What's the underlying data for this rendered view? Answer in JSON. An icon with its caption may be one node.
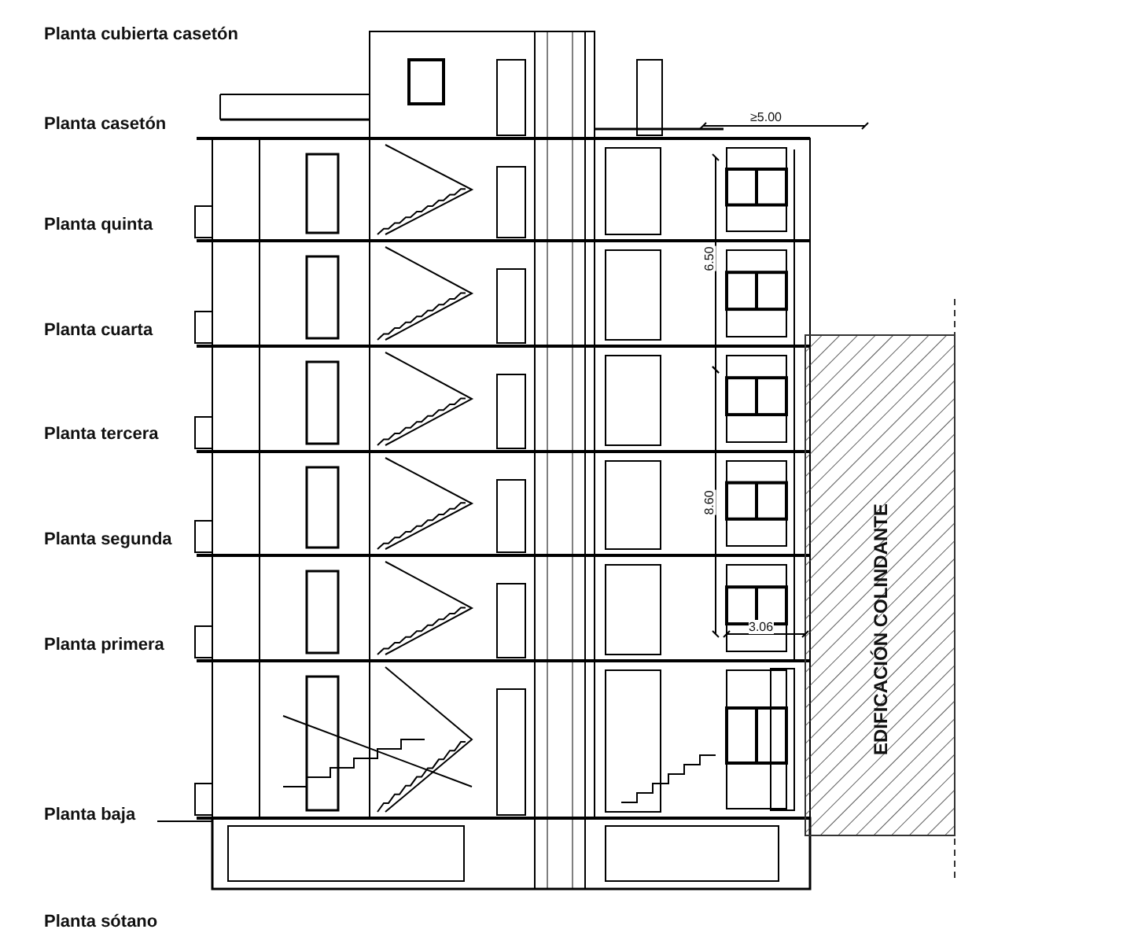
{
  "diagram": {
    "labels": [
      "Planta cubierta casetón",
      "Planta casetón",
      "≥5.00",
      "Planta quinta",
      "6.50",
      "Planta cuarta",
      "Planta tercera",
      "8.60",
      "Planta segunda",
      "3.06",
      "Planta primera",
      "EDIFICACIÓN COLINDANTE",
      "Planta baja",
      "Planta sótano"
    ]
  }
}
